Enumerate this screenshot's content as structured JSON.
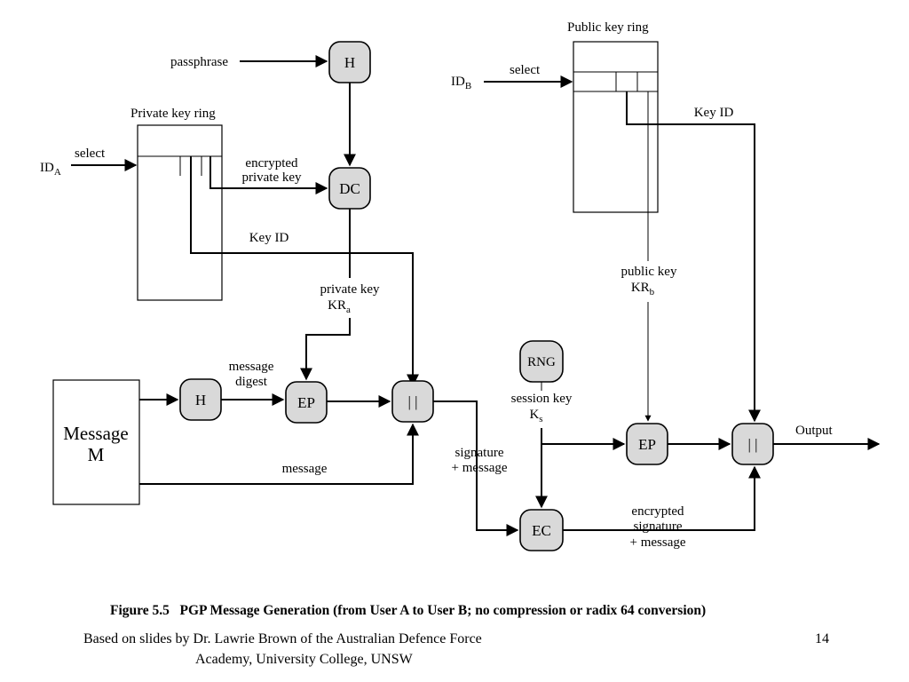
{
  "labels": {
    "passphrase": "passphrase",
    "private_key_ring": "Private key ring",
    "public_key_ring": "Public key ring",
    "select_a": "select",
    "select_b": "select",
    "id_a_main": "ID",
    "id_a_sub": "A",
    "id_b_main": "ID",
    "id_b_sub": "B",
    "encrypted_private_key_1": "encrypted",
    "encrypted_private_key_2": "private key",
    "key_id_a": "Key ID",
    "key_id_b": "Key ID",
    "private_key_1": "private key",
    "private_key_2_main": "KR",
    "private_key_2_sub": "a",
    "public_key_1": "public key",
    "public_key_2_main": "KR",
    "public_key_2_sub": "b",
    "message_digest_1": "message",
    "message_digest_2": "digest",
    "message": "message",
    "message_box_1": "Message",
    "message_box_2": "M",
    "signature_message_1": "signature",
    "signature_message_2": "+ message",
    "session_key_1": "session key",
    "session_key_2_main": "K",
    "session_key_2_sub": "s",
    "encrypted_sig_1": "encrypted",
    "encrypted_sig_2": "signature",
    "encrypted_sig_3": "+ message",
    "output": "Output"
  },
  "nodes": {
    "h_top": "H",
    "dc": "DC",
    "h_msg": "H",
    "ep_sig": "EP",
    "concat_1": "| |",
    "rng": "RNG",
    "ep_key": "EP",
    "concat_2": "| |",
    "ec": "EC"
  },
  "caption": "Figure 5.5   PGP Message Generation (from User A to User B; no compression or radix 64 conversion)",
  "footer": {
    "credit_line_1": "Based on slides by Dr. Lawrie Brown of the Australian Defence Force",
    "credit_line_2": "Academy, University College, UNSW",
    "page_number": "14"
  }
}
